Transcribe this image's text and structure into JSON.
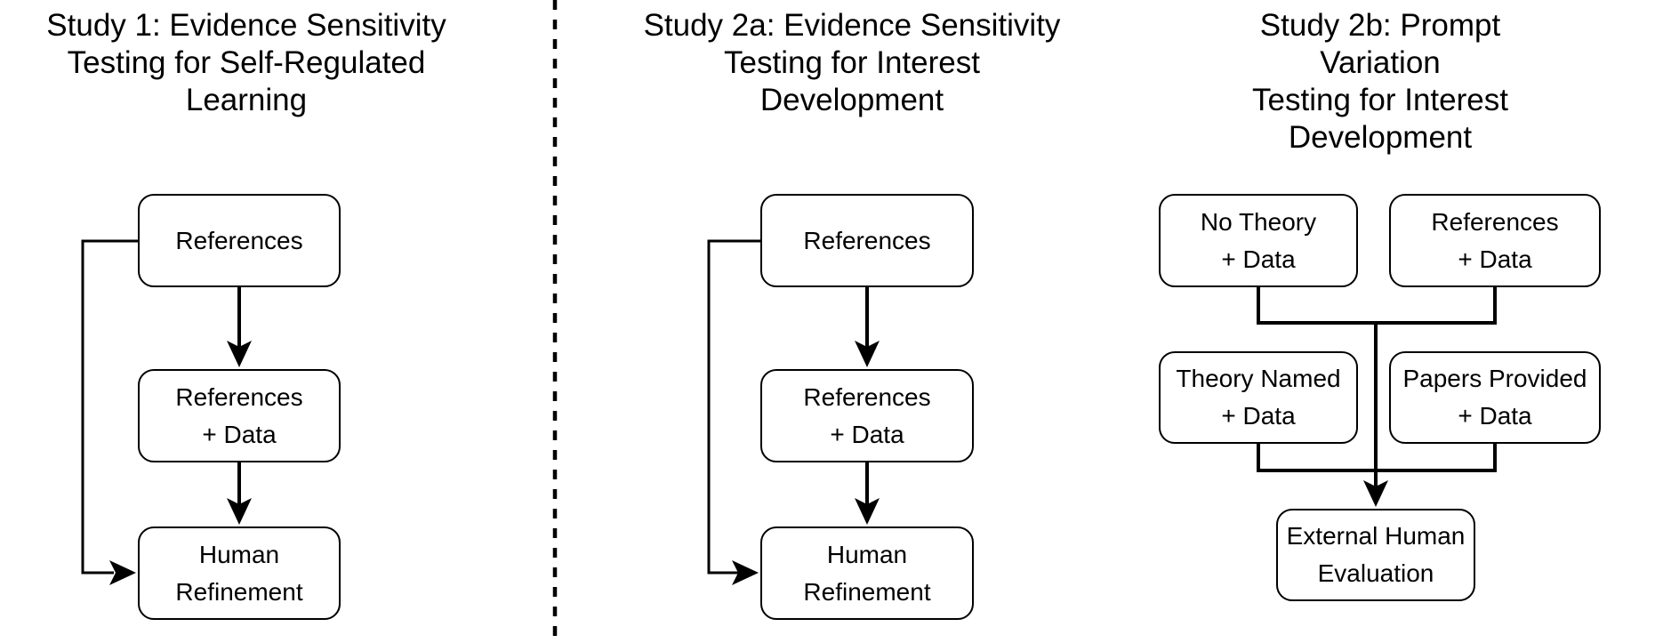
{
  "figure": {
    "background": "#ffffff",
    "line_color": "#000000",
    "box_fill": "#ffffff",
    "divider_style": "dashed-vertical-line"
  },
  "studies": [
    {
      "id": "study-1",
      "title": "Study 1: Evidence Sensitivity\nTesting for Self-Regulated\nLearning",
      "nodes": [
        {
          "label": "References"
        },
        {
          "label": "References\n+ Data"
        },
        {
          "label": "Human\nRefinement"
        }
      ],
      "edges": [
        {
          "from": "References",
          "to": "References + Data",
          "type": "arrow"
        },
        {
          "from": "References + Data",
          "to": "Human Refinement",
          "type": "arrow"
        },
        {
          "from": "References",
          "to": "Human Refinement",
          "type": "arrow-bypass-left"
        }
      ]
    },
    {
      "id": "study-2a",
      "title": "Study 2a: Evidence Sensitivity\nTesting for Interest\nDevelopment",
      "nodes": [
        {
          "label": "References"
        },
        {
          "label": "References\n+ Data"
        },
        {
          "label": "Human\nRefinement"
        }
      ],
      "edges": [
        {
          "from": "References",
          "to": "References + Data",
          "type": "arrow"
        },
        {
          "from": "References + Data",
          "to": "Human Refinement",
          "type": "arrow"
        },
        {
          "from": "References",
          "to": "Human Refinement",
          "type": "arrow-bypass-left"
        }
      ]
    },
    {
      "id": "study-2b",
      "title": "Study 2b: Prompt Variation\nTesting for Interest\nDevelopment",
      "nodes": [
        {
          "label": "No Theory\n+ Data"
        },
        {
          "label": "References\n+ Data"
        },
        {
          "label": "Theory Named\n+ Data"
        },
        {
          "label": "Papers Provided\n+ Data"
        },
        {
          "label": "External Human\nEvaluation"
        }
      ],
      "edges": [
        {
          "from": "No Theory + Data",
          "to": "External Human Evaluation",
          "type": "merge-line"
        },
        {
          "from": "References + Data",
          "to": "External Human Evaluation",
          "type": "merge-line"
        },
        {
          "from": "Theory Named + Data",
          "to": "External Human Evaluation",
          "type": "merge-line"
        },
        {
          "from": "Papers Provided + Data",
          "to": "External Human Evaluation",
          "type": "arrow"
        }
      ]
    }
  ]
}
